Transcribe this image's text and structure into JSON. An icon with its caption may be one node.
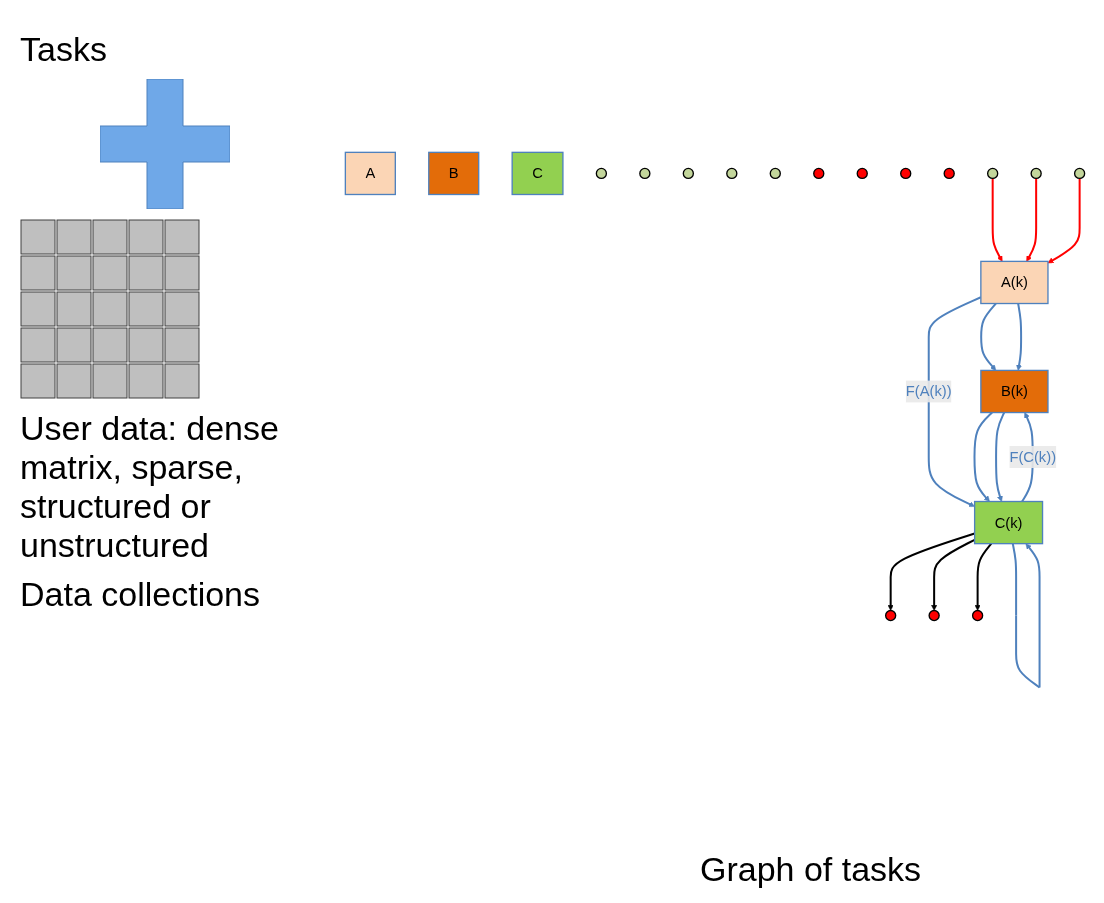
{
  "diagram": {
    "nodes": [
      {
        "text": [
          "A"
        ]
      },
      {
        "text": [
          "B"
        ]
      },
      {
        "text": [
          "C"
        ]
      },
      {
        "text": [],
        "shape": "circle"
      },
      {
        "text": [],
        "shape": "circle"
      },
      {
        "text": [],
        "shape": "circle"
      },
      {
        "text": [],
        "shape": "circle"
      },
      {
        "text": [],
        "shape": "circle"
      },
      {
        "text": [],
        "shape": "circle"
      },
      {
        "text": [],
        "shape": "circle"
      },
      {
        "text": [],
        "shape": "circle"
      },
      {
        "text": [],
        "shape": "circle"
      },
      {
        "text": [],
        "shape": "circle"
      },
      {
        "text": [],
        "shape": "circle"
      },
      {
        "text": [],
        "shape": "circle"
      },
      {
        "text": [
          "A(k)"
        ]
      },
      {
        "text": [
          "B(k)"
        ]
      },
      {
        "text": [
          "C(k)"
        ]
      },
      {
        "text": [],
        "shape": "circle"
      },
      {
        "text": [],
        "shape": "circle"
      },
      {
        "text": [],
        "shape": "circle"
      }
    ],
    "edges": [
      {
        "from": 12,
        "to": 15,
        "arrow": "to",
        "color": "#ff0000"
      },
      {
        "from": 13,
        "to": 15,
        "arrow": "to",
        "color": "#ff0000"
      },
      {
        "from": 14,
        "to": 15,
        "arrow": "to",
        "color": "#ff0000"
      },
      {
        "from": 15,
        "to": 16,
        "arrow": "to"
      },
      {
        "from": 15,
        "to": 16,
        "arrow": "to"
      },
      {
        "from": 15,
        "to": 17,
        "arrow": "to",
        "label": "F(A(k))"
      },
      {
        "from": 17,
        "to": 16,
        "arrow": "to",
        "label": "F(C(k))"
      },
      {
        "from": 16,
        "to": 17,
        "arrow": "to"
      },
      {
        "from": 16,
        "to": 17,
        "arrow": "to"
      },
      {
        "from": 17,
        "to": 17,
        "arrow": "to"
      },
      {
        "from": 17,
        "to": 18,
        "arrow": "to",
        "color": "#000000"
      },
      {
        "from": 17,
        "to": 19,
        "arrow": "to",
        "color": "#000000"
      },
      {
        "from": 17,
        "to": 20,
        "arrow": "to",
        "color": "#000000"
      }
    ],
    "labels": [
      "Tasks",
      "User data: dense matrix, sparse, structured or unstructured",
      "Data collections",
      "Graph of tasks"
    ]
  }
}
